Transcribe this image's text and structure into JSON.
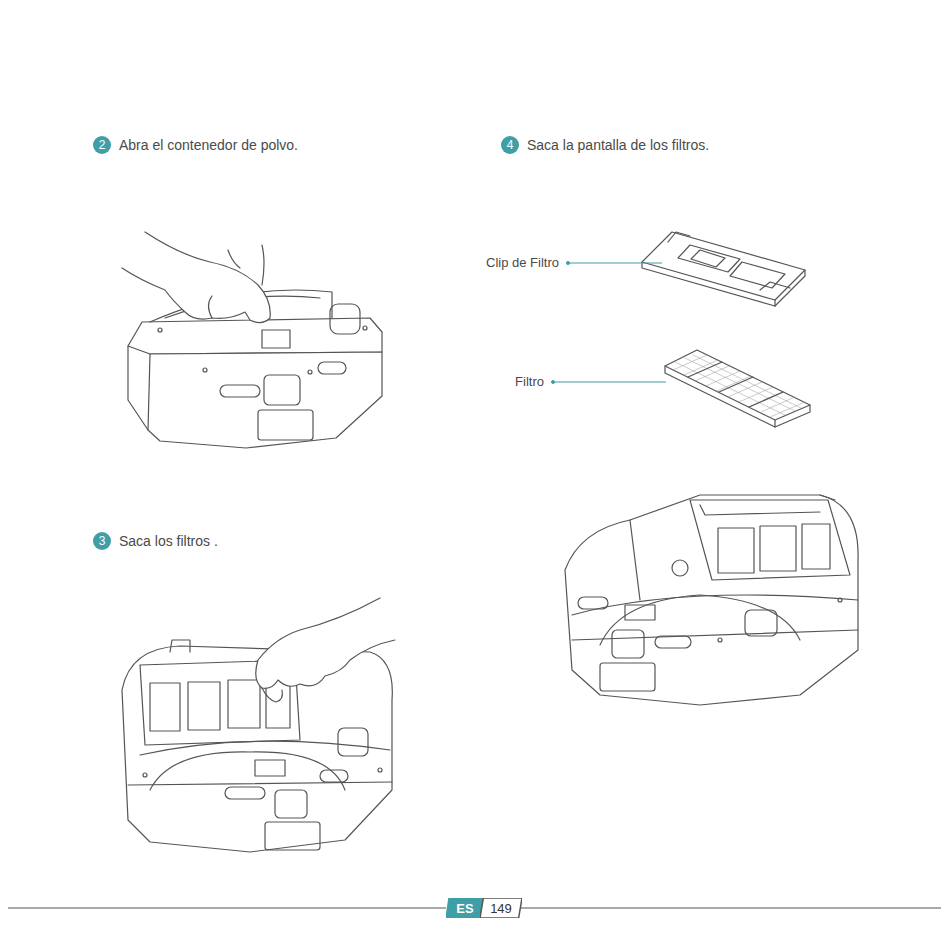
{
  "diagram": {
    "nodes": [
      {
        "text": [
          "2",
          "Abra el contenedor de polvo."
        ]
      },
      {
        "text": [
          "4",
          "Saca la pantalla de los filtros."
        ]
      },
      {
        "text": [
          "3",
          "Saca los filtros ."
        ]
      },
      {
        "text": [
          "ES"
        ]
      },
      {
        "text": [
          "149"
        ]
      }
    ],
    "labels": [
      "Clip de Filtro",
      "Filtro"
    ]
  }
}
